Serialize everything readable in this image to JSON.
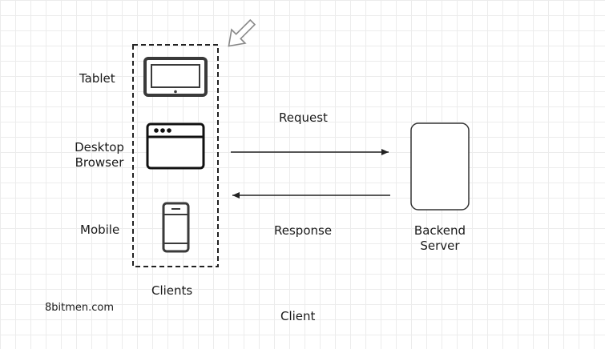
{
  "labels": {
    "tablet": "Tablet",
    "desktop_line1": "Desktop",
    "desktop_line2": "Browser",
    "mobile": "Mobile",
    "clients": "Clients",
    "request": "Request",
    "response": "Response",
    "backend_line1": "Backend",
    "backend_line2": "Server",
    "watermark": "8bitmen.com",
    "caption": "Client"
  },
  "colors": {
    "stroke": "#222222",
    "device": "#3a3a3a",
    "pointer_arrow": "#888888"
  },
  "icons": [
    "tablet-icon",
    "browser-window-icon",
    "mobile-phone-icon",
    "pointer-arrow-icon"
  ]
}
